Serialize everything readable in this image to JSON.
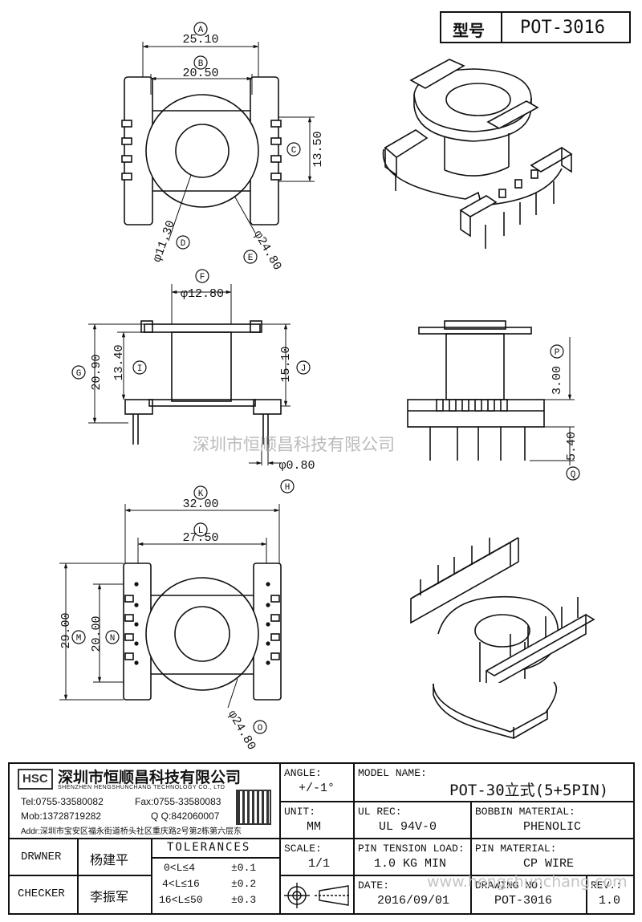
{
  "header": {
    "type_label": "型号",
    "type_value": "POT-3016"
  },
  "dimensions": {
    "A": {
      "tag": "A",
      "value": "25.10"
    },
    "B": {
      "tag": "B",
      "value": "20.50"
    },
    "C": {
      "tag": "C",
      "value": "13.50"
    },
    "D": {
      "tag": "D",
      "value": "φ11.30"
    },
    "E": {
      "tag": "E",
      "value": "φ24.80"
    },
    "F": {
      "tag": "F",
      "value": "φ12.80"
    },
    "G": {
      "tag": "G",
      "value": "20.90"
    },
    "I": {
      "tag": "I",
      "value": "13.40"
    },
    "J": {
      "tag": "J",
      "value": "15.10"
    },
    "H": {
      "tag": "H",
      "value": "φ0.80"
    },
    "P": {
      "tag": "P",
      "value": "3.00"
    },
    "Q": {
      "tag": "Q",
      "value": "5.40"
    },
    "K": {
      "tag": "K",
      "value": "32.00"
    },
    "L": {
      "tag": "L",
      "value": "27.50"
    },
    "M": {
      "tag": "M",
      "value": "29.00"
    },
    "N": {
      "tag": "N",
      "value": "20.00"
    },
    "O": {
      "tag": "O",
      "value": "φ24.80"
    }
  },
  "watermarks": {
    "center": "深圳市恒顺昌科技有限公司",
    "footer": "www.hengshunchang.com"
  },
  "company": {
    "logo_text": "HSC",
    "name_cn": "深圳市恒顺昌科技有限公司",
    "name_en": "SHENZHEN HENGSHUNCHANG TECHNOLOGY CO., LTD",
    "tel": "Tel:0755-33580082",
    "fax": "Fax:0755-33580083",
    "mob": "Mob:13728719282",
    "qq": "Q  Q:842060007",
    "addr": "Addr:深圳市宝安区福永街道桥头社区重庆路2号第2栋第六层东"
  },
  "title_block": {
    "angle_label": "ANGLE:",
    "angle_value": "+/-1°",
    "model_label": "MODEL NAME:",
    "model_value": "POT-30立式(5+5PIN)",
    "unit_label": "UNIT:",
    "unit_value": "MM",
    "ul_label": "UL REC:",
    "ul_value": "UL 94V-0",
    "bobbin_label": "BOBBIN MATERIAL:",
    "bobbin_value": "PHENOLIC",
    "drawner_label": "DRWNER",
    "drawner_value": "杨建平",
    "checker_label": "CHECKER",
    "checker_value": "李振军",
    "tolerances_label": "TOLERANCES",
    "tol_rows": [
      {
        "range": "0<L≤4",
        "tol": "±0.1"
      },
      {
        "range": "4<L≤16",
        "tol": "±0.2"
      },
      {
        "range": "16<L≤50",
        "tol": "±0.3"
      }
    ],
    "scale_label": "SCALE:",
    "scale_value": "1/1",
    "pin_tension_label": "PIN TENSION LOAD:",
    "pin_tension_value": "1.0 KG MIN",
    "pin_material_label": "PIN MATERIAL:",
    "pin_material_value": "CP WIRE",
    "date_label": "DATE:",
    "date_value": "2016/09/01",
    "drawing_no_label": "DRAWING NO:",
    "drawing_no_value": "POT-3016",
    "rev_label": "REV.:",
    "rev_value": "1.0"
  }
}
